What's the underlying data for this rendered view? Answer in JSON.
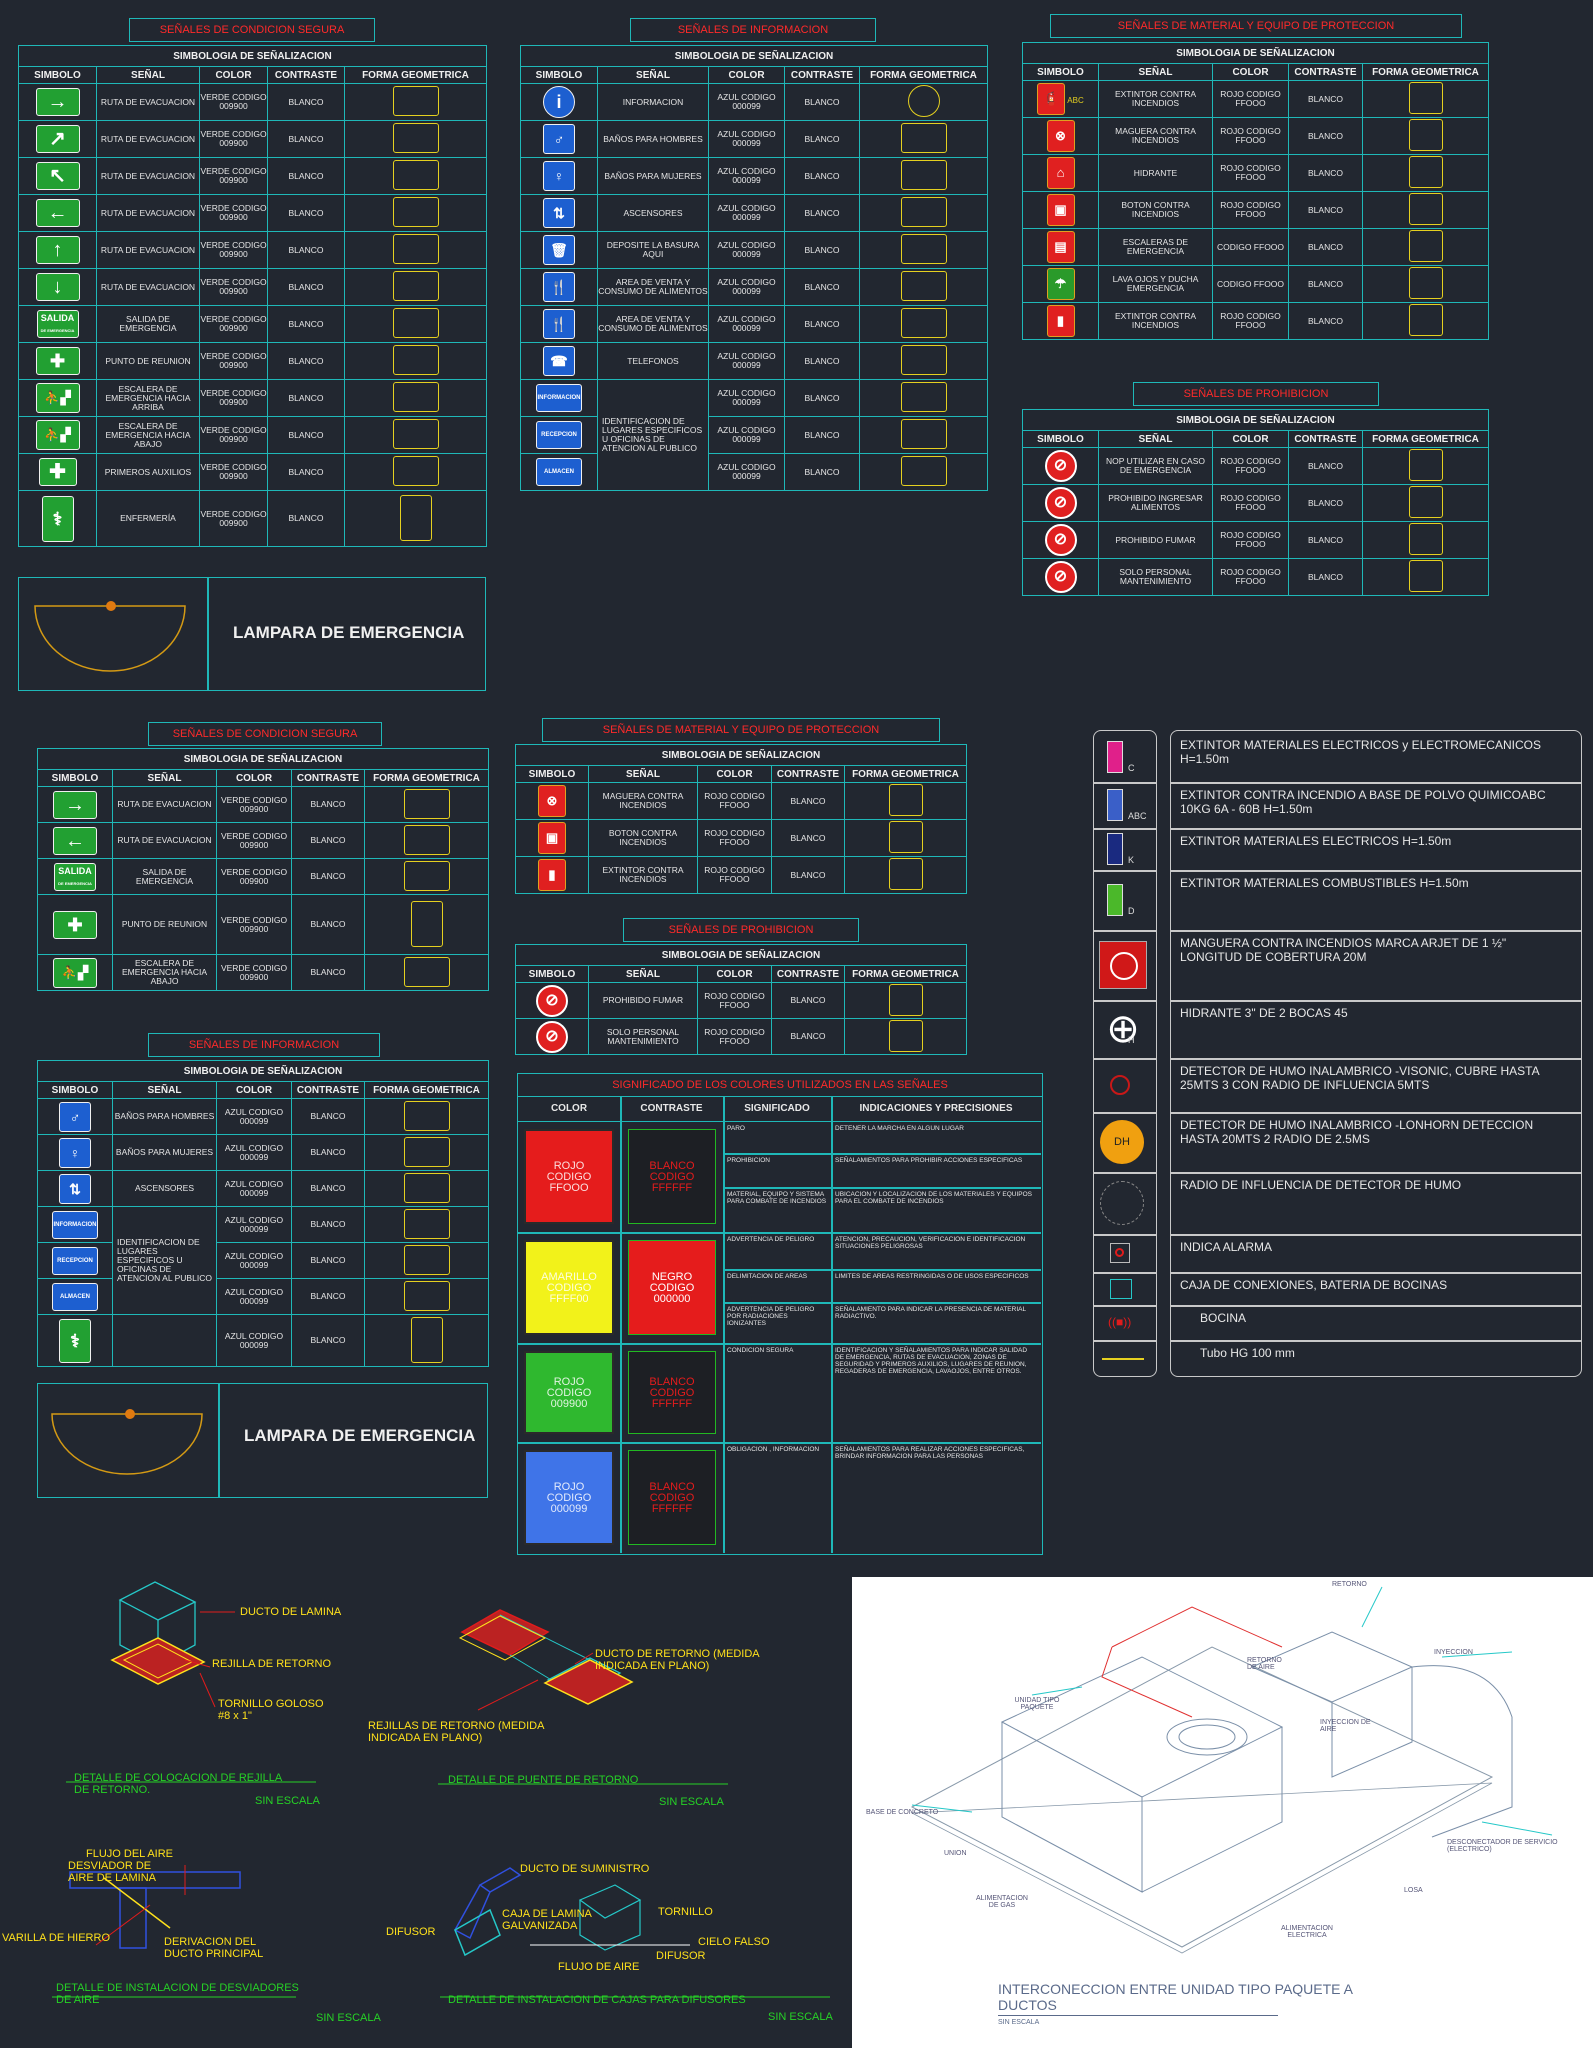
{
  "common": {
    "header_title": "SIMBOLOGIA DE SEÑALIZACION",
    "cols": [
      "SIMBOLO",
      "SEÑAL",
      "COLOR",
      "CONTRASTE",
      "FORMA GEOMETRICA"
    ],
    "blanco": "BLANCO",
    "verde": "VERDE CODIGO 009900",
    "azul": "AZUL CODIGO 000099",
    "rojo": "ROJO CODIGO FFOOO",
    "rojo_nolabel": "CODIGO FFOOO",
    "lampara": "LAMPARA DE EMERGENCIA",
    "salida_sym": "SALIDA",
    "salida_sub": "DE EMERGENCIA",
    "sin_escala": "SIN ESCALA"
  },
  "titles": {
    "condicion": "SEÑALES DE CONDICION SEGURA",
    "informacion": "SEÑALES DE INFORMACION",
    "material": "SEÑALES DE MATERIAL Y EQUIPO DE PROTECCION",
    "prohibicion": "SEÑALES DE PROHIBICION",
    "colores": "SIGNIFICADO DE LOS COLORES UTILIZADOS EN LAS SEÑALES"
  },
  "condicion_1": [
    "RUTA DE EVACUACION",
    "RUTA DE EVACUACION",
    "RUTA DE EVACUACION",
    "RUTA DE EVACUACION",
    "RUTA DE EVACUACION",
    "RUTA DE EVACUACION",
    "SALIDA DE EMERGENCIA",
    "PUNTO DE REUNION",
    "ESCALERA DE EMERGENCIA HACIA ARRIBA",
    "ESCALERA DE EMERGENCIA HACIA ABAJO",
    "PRIMEROS AUXILIOS",
    "ENFERMERÍA"
  ],
  "informacion_1": [
    "INFORMACION",
    "BAÑOS PARA HOMBRES",
    "BAÑOS PARA MUJERES",
    "ASCENSORES",
    "DEPOSITE LA BASURA AQUI",
    "AREA DE VENTA Y CONSUMO DE ALIMENTOS",
    "AREA DE VENTA Y CONSUMO DE ALIMENTOS",
    "TELEFONOS",
    "IDENTIFICACION DE LUGARES ESPECIFICOS U OFICINAS DE ATENCION AL PUBLICO"
  ],
  "material_1": [
    "EXTINTOR CONTRA INCENDIOS",
    "MAGUERA CONTRA INCENDIOS",
    "HIDRANTE",
    "BOTON CONTRA INCENDIOS",
    "ESCALERAS DE EMERGENCIA",
    "LAVA OJOS Y DUCHA EMERGENCIA",
    "EXTINTOR CONTRA INCENDIOS"
  ],
  "prohibicion_1": [
    "NOP UTILIZAR EN CASO DE EMERGENCIA",
    "PROHIBIDO INGRESAR ALIMENTOS",
    "PROHIBIDO FUMAR",
    "SOLO PERSONAL MANTENIMIENTO"
  ],
  "condicion_2": [
    "RUTA DE EVACUACION",
    "RUTA DE EVACUACION",
    "SALIDA DE EMERGENCIA",
    "PUNTO DE REUNION",
    "ESCALERA DE EMERGENCIA HACIA ABAJO"
  ],
  "material_2": [
    "MAGUERA CONTRA INCENDIOS",
    "BOTON CONTRA INCENDIOS",
    "EXTINTOR CONTRA INCENDIOS"
  ],
  "prohibicion_2": [
    "PROHIBIDO FUMAR",
    "SOLO PERSONAL MANTENIMIENTO"
  ],
  "informacion_2": [
    "BAÑOS PARA HOMBRES",
    "BAÑOS PARA MUJERES",
    "ASCENSORES",
    "IDENTIFICACION DE LUGARES ESPECIFICOS U OFICINAS DE ATENCION AL PUBLICO"
  ],
  "info_syms": {
    "informacion": "INFORMACION",
    "recepcion": "RECEPCION",
    "almacen": "ALMACEN"
  },
  "colores": {
    "cols": [
      "COLOR",
      "CONTRASTE",
      "SIGNIFICADO",
      "INDICACIONES Y PRECISIONES"
    ],
    "swatches": [
      {
        "color": "ROJO CODIGO FFOOO",
        "contraste": "BLANCO CODIGO FFFFFF",
        "fill": "#e51c1c",
        "cfill": "#1d1f24",
        "ctext": "#e51c1c"
      },
      {
        "color": "AMARILLO CODIGO FFFF00",
        "contraste": "NEGRO CODIGO 000000",
        "fill": "#f2f21a",
        "cfill": "#e51c1c",
        "ctext": "#ffffff"
      },
      {
        "color": "ROJO CODIGO 009900",
        "contraste": "BLANCO CODIGO FFFFFF",
        "fill": "#2fb82f",
        "cfill": "#1d1f24",
        "ctext": "#e51c1c"
      },
      {
        "color": "ROJO CODIGO 000099",
        "contraste": "BLANCO CODIGO FFFFFF",
        "fill": "#3f74e8",
        "cfill": "#1d1f24",
        "ctext": "#e51c1c"
      }
    ],
    "rows": [
      {
        "sig": "PARO",
        "ind": "DETENER LA MARCHA EN ALGUN LUGAR"
      },
      {
        "sig": "PROHIBICION",
        "ind": "SEÑALAMIENTOS PARA PROHIBIR ACCIONES ESPECIFICAS"
      },
      {
        "sig": "MATERIAL, EQUIPO Y SISTEMA PARA COMBATE DE INCENDIOS",
        "ind": "UBICACION Y LOCALIZACION DE LOS MATERIALES Y EQUIPOS PARA EL COMBATE DE INCENDIOS"
      },
      {
        "sig": "ADVERTENCIA DE PELIGRO",
        "ind": "ATENCION, PRECAUCION, VERIFICACION E IDENTIFICACION SITUACIONES PELIGROSAS"
      },
      {
        "sig": "DELIMITACION DE AREAS",
        "ind": "LIMITES DE AREAS RESTRINGIDAS O DE USOS ESPECIFICOS"
      },
      {
        "sig": "ADVERTENCIA DE PELIGRO POR RADIACIONES IONIZANTES",
        "ind": "SEÑALAMIENTO PARA INDICAR LA PRESENCIA DE MATERIAL RADIACTIVO."
      },
      {
        "sig": "CONDICION SEGURA",
        "ind": "IDENTIFICACION Y SEÑALAMIENTOS PARA INDICAR SALIDAD DE EMERGENCIA, RUTAS DE EVACUACION, ZONAS DE SEGURIDAD Y PRIMEROS AUXILIOS, LUGARES DE REUNION, REGADERAS DE EMERGENCIA, LAVAOJOS, ENTRE OTROS."
      },
      {
        "sig": "OBLIGACION , INFORMACION",
        "ind": "SEÑALAMIENTOS PARA REALIZAR ACCIONES ESPECIFICAS, BRINDAR INFORMACION PARA LAS PERSONAS"
      }
    ]
  },
  "legend": {
    "items": [
      {
        "text": "EXTINTOR MATERIALES ELECTRICOS y ELECTROMECANICOS H=1.50m",
        "tag": "C",
        "color": "#e0208a"
      },
      {
        "text": "EXTINTOR CONTRA INCENDIO A BASE DE POLVO QUIMICOABC 10KG 6A - 60B H=1.50m",
        "tag": "ABC",
        "color": "#3a5fc8"
      },
      {
        "text": "EXTINTOR MATERIALES ELECTRICOS H=1.50m",
        "tag": "K",
        "color": "#1a2a80"
      },
      {
        "text": "EXTINTOR MATERIALES COMBUSTIBLES H=1.50m",
        "tag": "D",
        "color": "#4bb82a"
      },
      {
        "text": "MANGUERA CONTRA INCENDIOS MARCA ARJET DE 1 ½\" LONGITUD DE COBERTURA 20M",
        "tag": "",
        "color": "#d01818"
      },
      {
        "text": "HIDRANTE 3\" DE 2 BOCAS 45",
        "tag": "H",
        "color": "#ffffff"
      },
      {
        "text": "DETECTOR DE HUMO INALAMBRICO -VISONIC, CUBRE HASTA 25MTS 3 CON RADIO DE INFLUENCIA 5MTS",
        "tag": "",
        "color": "#c81818"
      },
      {
        "text": "DETECTOR DE HUMO INALAMBRICO -LONHORN DETECCION HASTA 20MTS 2 RADIO DE 2.5MS",
        "tag": "DH",
        "color": "#f0a010"
      },
      {
        "text": "RADIO DE INFLUENCIA DE DETECTOR DE HUMO",
        "tag": "",
        "color": "#888888"
      },
      {
        "text": "INDICA ALARMA",
        "tag": "",
        "color": "#e01c1c"
      },
      {
        "text": "CAJA DE CONEXIONES, BATERIA DE BOCINAS",
        "tag": "",
        "color": "#25c8c8"
      },
      {
        "text": "BOCINA",
        "tag": "",
        "color": "#e01c1c"
      },
      {
        "text": "Tubo HG 100 mm",
        "tag": "",
        "color": "#e5d020"
      }
    ]
  },
  "details": {
    "d1": {
      "labels": [
        "DUCTO DE LAMINA",
        "REJILLA DE RETORNO",
        "TORNILLO GOLOSO #8 x 1\""
      ],
      "title": "DETALLE DE COLOCACION DE REJILLA DE RETORNO."
    },
    "d2": {
      "labels": [
        "DUCTO DE RETORNO (MEDIDA INDICADA EN PLANO)",
        "REJILLAS DE RETORNO (MEDIDA INDICADA EN PLANO)"
      ],
      "title": "DETALLE DE PUENTE DE RETORNO"
    },
    "d3": {
      "labels": [
        "FLUJO DEL AIRE",
        "DESVIADOR DE AIRE DE LAMINA",
        "VARILLA DE HIERRO",
        "DERIVACION DEL DUCTO PRINCIPAL"
      ],
      "title": "DETALLE DE INSTALACION DE DESVIADORES DE AIRE"
    },
    "d4": {
      "labels": [
        "DUCTO DE SUMINISTRO",
        "CAJA DE LAMINA GALVANIZADA",
        "TORNILLO",
        "CIELO FALSO",
        "DIFUSOR",
        "DIFUSOR",
        "FLUJO DE AIRE"
      ],
      "title": "DETALLE DE INSTALACION DE CAJAS PARA DIFUSORES"
    }
  },
  "iso": {
    "title": "INTERCONECCION ENTRE UNIDAD TIPO PAQUETE A DUCTOS",
    "sub": "SIN ESCALA",
    "labels": [
      "RETORNO",
      "INYECCION",
      "UNIDAD TIPO PAQUETE",
      "RETORNO DE AIRE",
      "INYECCION DE AIRE",
      "BASE DE CONCRETO",
      "DESCONECTADOR DE SERVICIO (ELECTRICO)",
      "LOSA",
      "ALIMENTACION ELECTRICA",
      "ALIMENTACION DE GAS",
      "UNION"
    ]
  }
}
